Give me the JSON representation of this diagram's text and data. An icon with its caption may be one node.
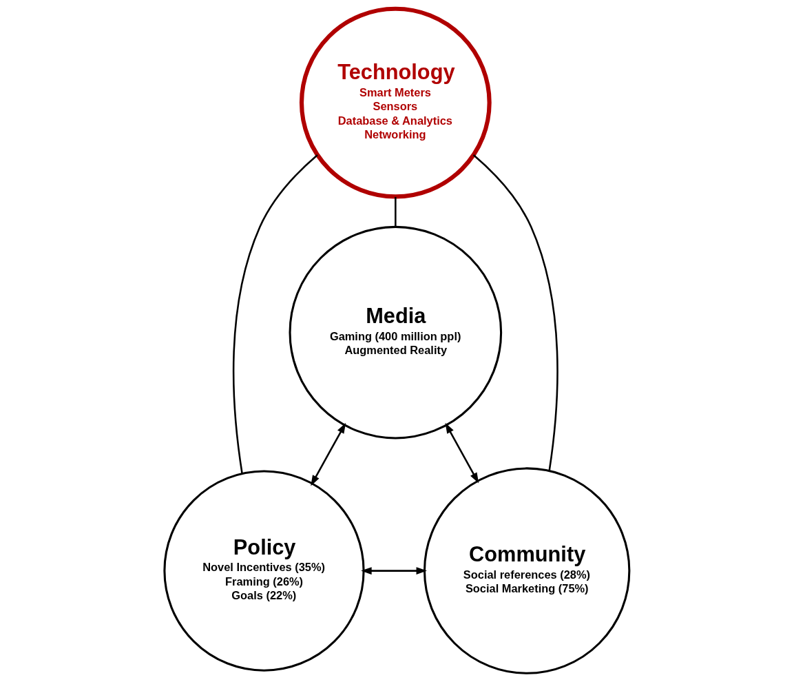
{
  "diagram": {
    "nodes": [
      {
        "text": [
          "Media",
          "Gaming (400 million ppl)",
          "Augmented Reality"
        ]
      },
      {
        "text": [
          "Technology",
          "Smart Meters",
          "Sensors",
          "Database & Analytics",
          "Networking"
        ]
      },
      {
        "text": [
          "Policy",
          "Novel Incentives (35%)",
          "Framing (26%)",
          "Goals (22%)"
        ]
      },
      {
        "text": [
          "Community",
          "Social references (28%)",
          "Social Marketing (75%)"
        ]
      }
    ],
    "edges": [
      {
        "from": 0,
        "to": 2,
        "arrow": "both"
      },
      {
        "from": 0,
        "to": 3,
        "arrow": "both"
      },
      {
        "from": 2,
        "to": 3,
        "arrow": "both"
      },
      {
        "from": 1,
        "to": 0,
        "arrow": "none"
      },
      {
        "from": 1,
        "to": 2,
        "arrow": "none"
      },
      {
        "from": 1,
        "to": 3,
        "arrow": "none"
      }
    ]
  }
}
